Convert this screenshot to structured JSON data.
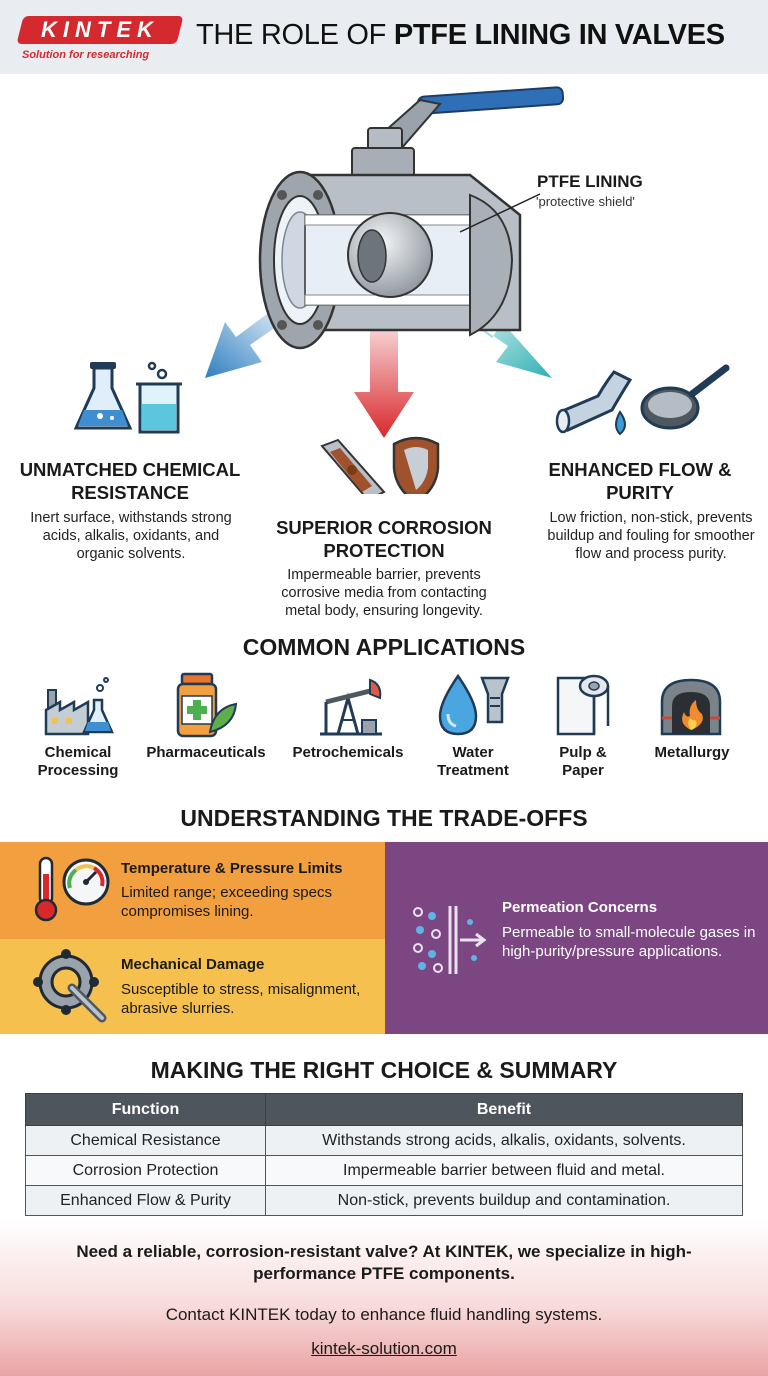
{
  "header": {
    "logo_text": "KINTEK",
    "logo_tagline": "Solution for researching",
    "title_light": "THE ROLE OF ",
    "title_bold": "PTFE LINING IN VALVES"
  },
  "hero": {
    "lining_label": "PTFE LINING",
    "lining_sub": "'protective shield'"
  },
  "benefits": [
    {
      "title": "UNMATCHED CHEMICAL RESISTANCE",
      "text": "Inert surface, withstands strong acids, alkalis, oxidants, and organic solvents."
    },
    {
      "title": "SUPERIOR CORROSION PROTECTION",
      "text": "Impermeable barrier, prevents corrosive media from contacting metal body, ensuring longevity."
    },
    {
      "title": "ENHANCED FLOW & PURITY",
      "text": "Low friction, non-stick, prevents buildup and fouling for smoother flow and process purity."
    }
  ],
  "applications": {
    "title": "COMMON APPLICATIONS",
    "items": [
      {
        "label": "Chemical Processing",
        "icon": "factory-flask-icon"
      },
      {
        "label": "Pharmaceuticals",
        "icon": "medicine-bottle-icon"
      },
      {
        "label": "Petrochemicals",
        "icon": "oil-pump-icon"
      },
      {
        "label": "Water Treatment",
        "icon": "water-drop-filter-icon"
      },
      {
        "label": "Pulp & Paper",
        "icon": "paper-roll-icon"
      },
      {
        "label": "Metallurgy",
        "icon": "furnace-icon"
      }
    ]
  },
  "tradeoffs": {
    "title": "UNDERSTANDING THE TRADE-OFFS",
    "temp": {
      "title": "Temperature & Pressure Limits",
      "text": "Limited range; exceeding specs compromises lining."
    },
    "mech": {
      "title": "Mechanical Damage",
      "text": "Susceptible to stress, misalignment, abrasive slurries."
    },
    "perm": {
      "title": "Permeation Concerns",
      "text": "Permeable to small-molecule gases in high-purity/pressure applications."
    }
  },
  "summary": {
    "title": "MAKING THE RIGHT CHOICE & SUMMARY",
    "headers": [
      "Function",
      "Benefit"
    ],
    "rows": [
      [
        "Chemical Resistance",
        "Withstands strong acids, alkalis, oxidants, solvents."
      ],
      [
        "Corrosion Protection",
        "Impermeable barrier between fluid and metal."
      ],
      [
        "Enhanced Flow & Purity",
        "Non-stick, prevents buildup and contamination."
      ]
    ]
  },
  "footer": {
    "cta": "Need a reliable, corrosion-resistant valve? At KINTEK, we specialize in high-performance PTFE components.",
    "contact": "Contact KINTEK today to enhance fluid handling systems.",
    "website": "kintek-solution.com"
  },
  "colors": {
    "brand_red": "#d42a2f",
    "arrow_blue": "#2f7fc1",
    "arrow_red": "#d8282c",
    "arrow_teal": "#2fb0b4",
    "orange": "#f29f3f",
    "yellow": "#f5c04d",
    "purple": "#7b4682"
  }
}
